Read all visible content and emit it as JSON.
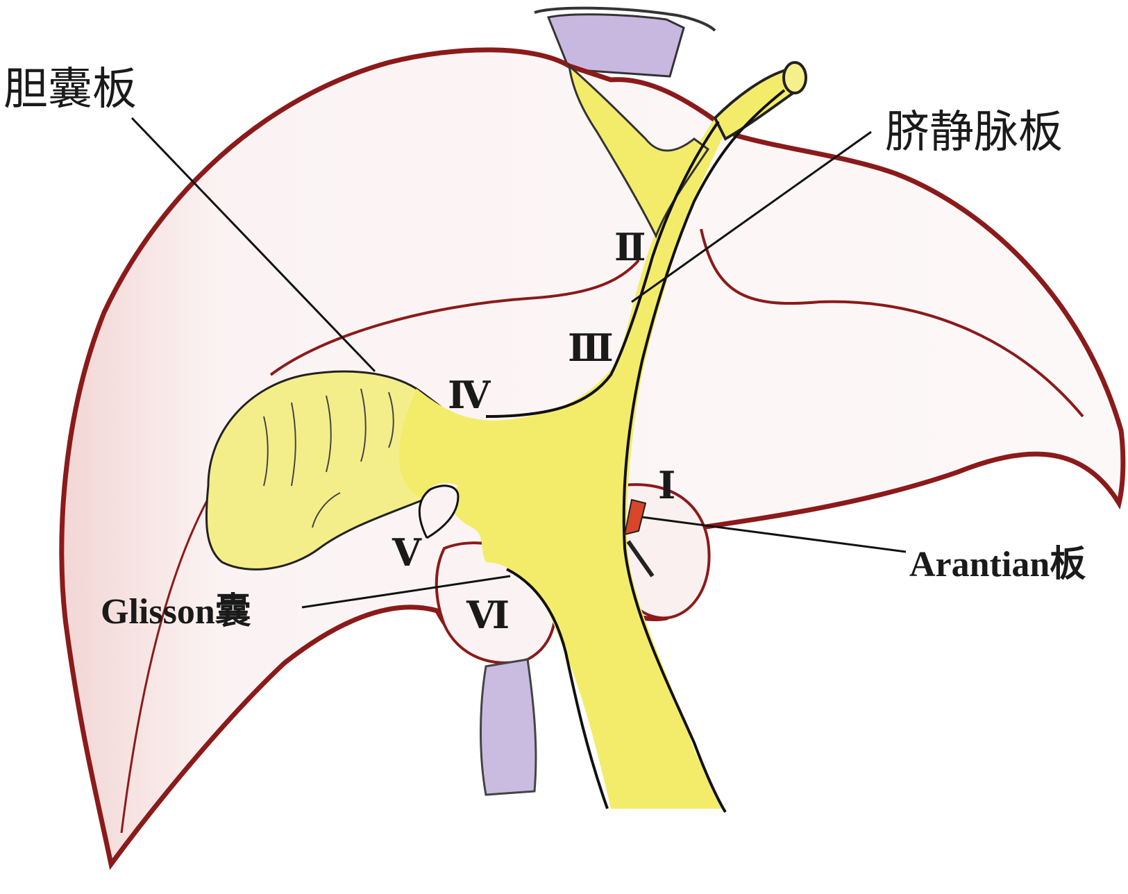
{
  "labels": {
    "gallbladder_plate": "胆囊板",
    "umbilical_plate": "脐静脉板",
    "arantian_plate": "Arantian板",
    "glisson_capsule": "Glisson囊"
  },
  "segments": {
    "I": "Ⅰ",
    "II": "Ⅱ",
    "III": "Ⅲ",
    "IV": "Ⅳ",
    "V": "Ⅴ",
    "VI": "Ⅵ"
  },
  "colors": {
    "liver_outline": "#8b1a1a",
    "liver_fill": "#fbf3f3",
    "glisson_yellow": "#f3ec6a",
    "vessel_purple": "#b7a6d4",
    "ink": "#111111",
    "arantian_red": "#d9452a"
  }
}
